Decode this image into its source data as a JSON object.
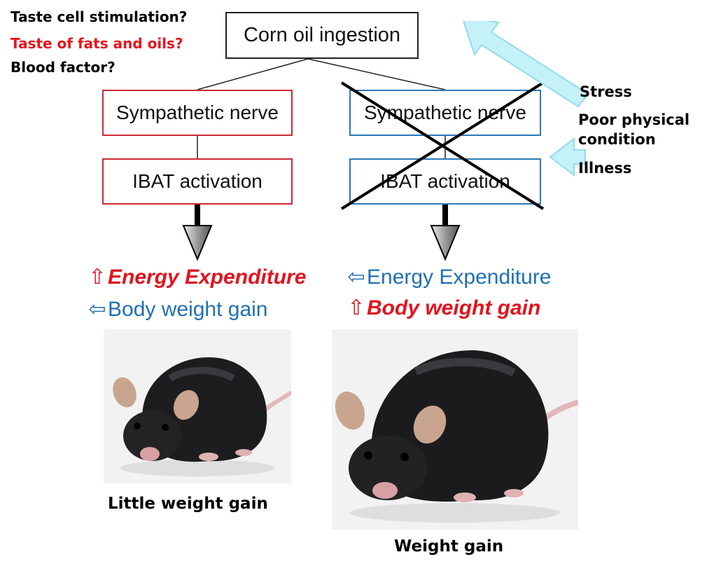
{
  "questions": [
    {
      "text": "Taste cell stimulation?",
      "color": "#000000"
    },
    {
      "text": "Taste of fats and oils?",
      "color": "#e8141c"
    },
    {
      "text": "Blood factor?",
      "color": "#000000"
    }
  ],
  "top_box": "Corn oil ingestion",
  "left_branch": {
    "nerve_box": "Sympathetic nerve",
    "ibat_box": "IBAT activation",
    "effect_1": {
      "arrow": "⇧",
      "text": "Energy Expenditure"
    },
    "effect_2": {
      "arrow": "⇦",
      "text": "Body weight gain"
    },
    "caption": "Little weight gain"
  },
  "right_branch": {
    "nerve_box": "Sympathetic nerve",
    "ibat_box": "IBAT activation",
    "effect_1": {
      "arrow": "⇦",
      "text": "Energy Expenditure"
    },
    "effect_2": {
      "arrow": "⇧",
      "text": "Body weight gain"
    },
    "caption": "Weight gain"
  },
  "factors": [
    "Stress",
    "Poor physical condition",
    "Illness"
  ],
  "colors": {
    "red": "#e0141e",
    "blue": "#1f6fb3",
    "arrow_cyan": "#c5f1f8",
    "arrow_cyan_border": "#8fdcec"
  },
  "icons": {
    "up_arrow": "up-arrow-icon",
    "left_arrow": "left-arrow-icon",
    "down_arrow": "down-arrow-icon",
    "cross": "cross-icon"
  }
}
